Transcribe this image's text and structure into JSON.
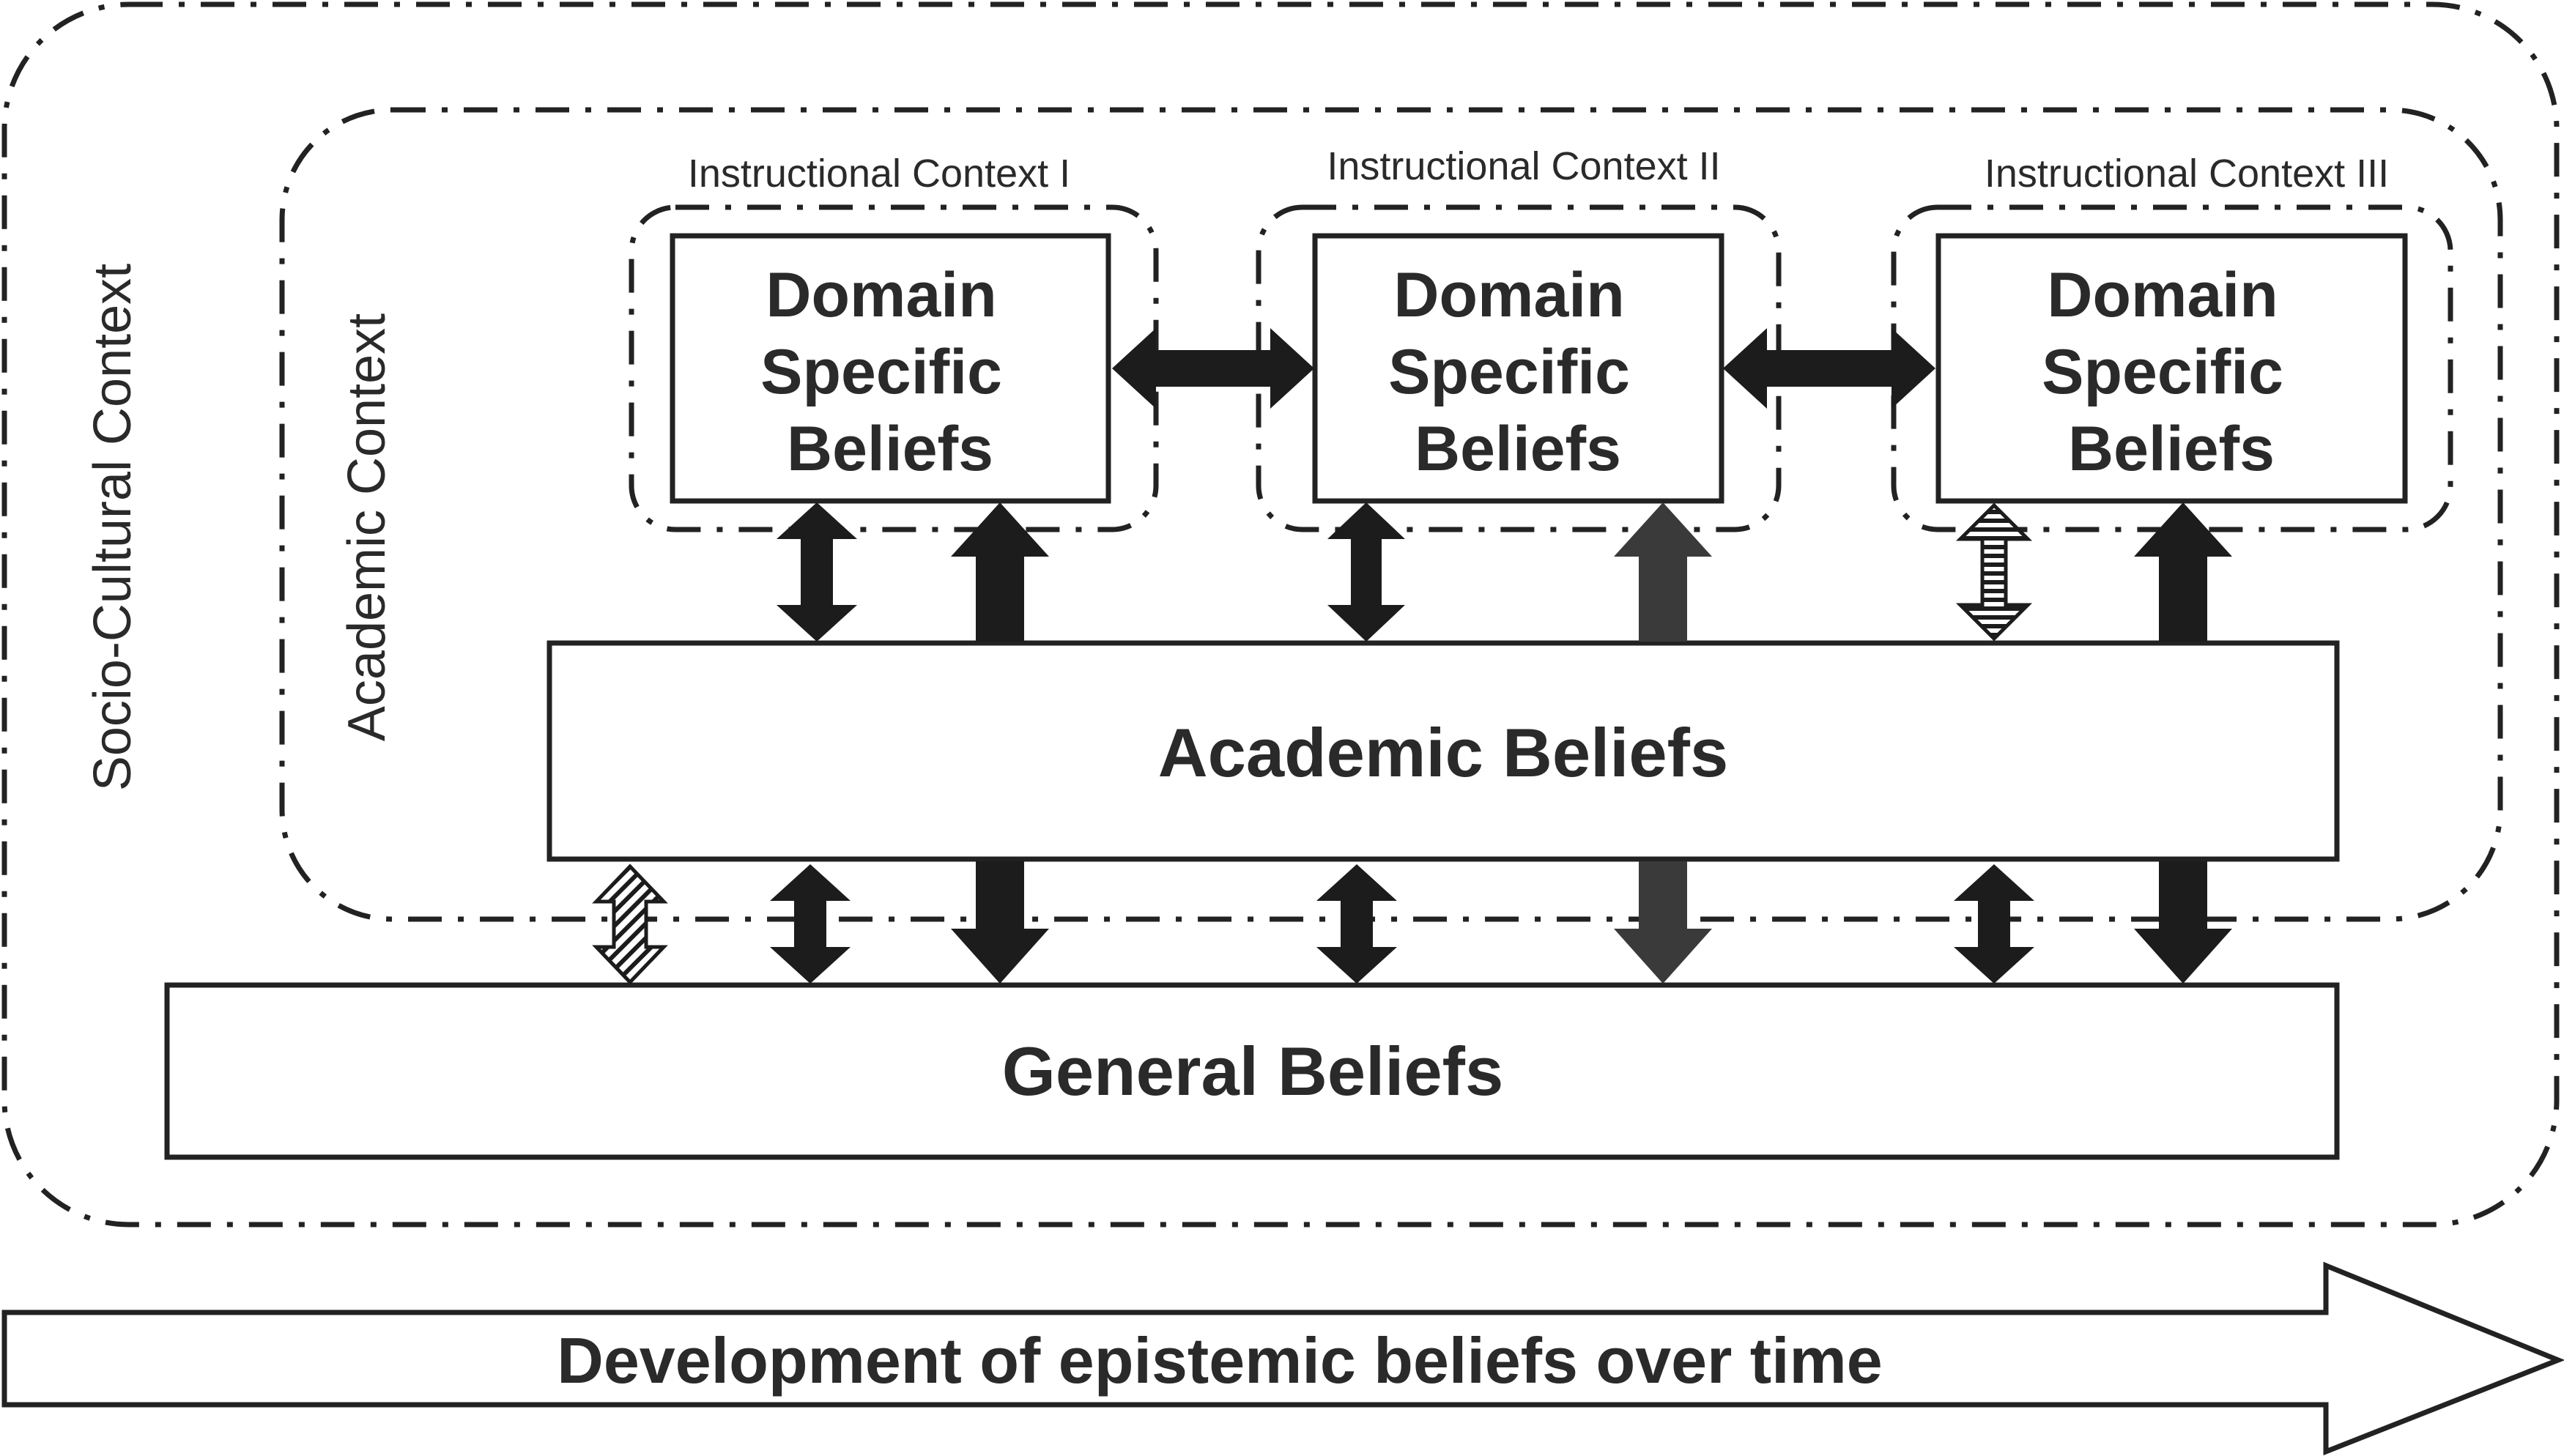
{
  "contexts": {
    "socio_cultural": "Socio-Cultural Context",
    "academic": "Academic Context",
    "instructional": [
      "Instructional Context I",
      "Instructional Context II",
      "Instructional Context III"
    ]
  },
  "domain_boxes": [
    [
      "Domain",
      "Specific",
      "Beliefs"
    ],
    [
      "Domain",
      "Specific",
      "Beliefs"
    ],
    [
      "Domain",
      "Specific",
      "Beliefs"
    ]
  ],
  "academic_beliefs": "Academic Beliefs",
  "general_beliefs": "General Beliefs",
  "development_arrow": "Development of epistemic beliefs over time",
  "colors": {
    "stroke": "#222222",
    "text": "#2a2a2a",
    "arrow": "#1c1c1c",
    "background": "#ffffff"
  }
}
